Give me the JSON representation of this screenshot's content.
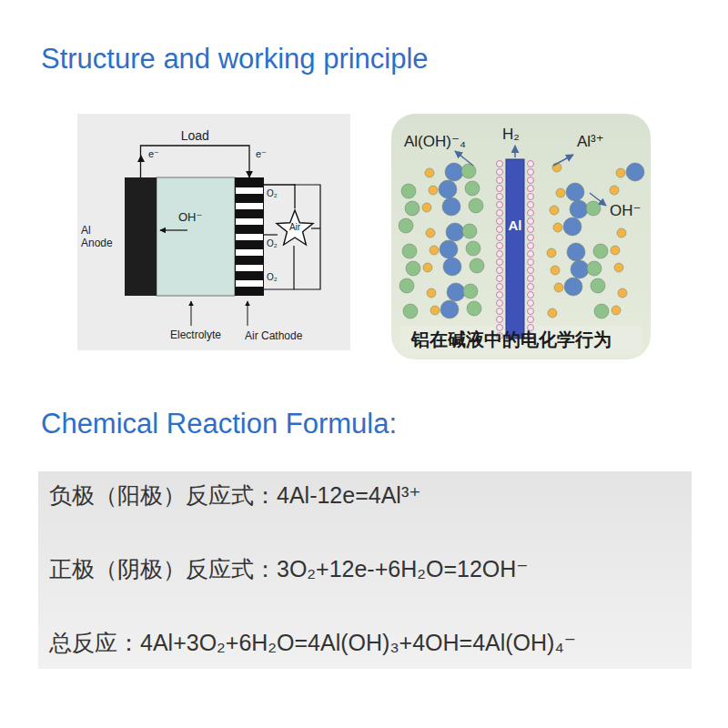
{
  "diagram": {
    "title": "Structure and working principle",
    "nodes": [
      {
        "text": [
          "Al Anode"
        ]
      },
      {
        "text": [
          "OH⁻",
          "Electrolyte"
        ]
      },
      {
        "text": [
          "Air Cathode"
        ]
      },
      {
        "text": [
          "Air"
        ]
      },
      {
        "text": [
          "负极（阳极）反应式：4Al-12e=4Al³⁺",
          "正极（阴极）反应式：3O₂+12e-+6H₂O=12OH⁻",
          "总反应：4Al+3O₂+6H₂O=4Al(OH)₃+4OH=4Al(OH)₄⁻"
        ]
      }
    ],
    "edges": [
      {
        "from": 0,
        "to": 2,
        "arrow": "to",
        "label": "Load"
      },
      {
        "from": 3,
        "to": 2,
        "arrow": "none"
      }
    ],
    "labels": [
      "Chemical Reaction Formula:",
      "e⁻",
      "e⁻",
      "O₂",
      "O₂",
      "O₂",
      "Al(OH)⁻₄",
      "H₂",
      "Al³⁺",
      "OH⁻",
      "Al",
      "铝在碱液中的电化学行为"
    ]
  }
}
